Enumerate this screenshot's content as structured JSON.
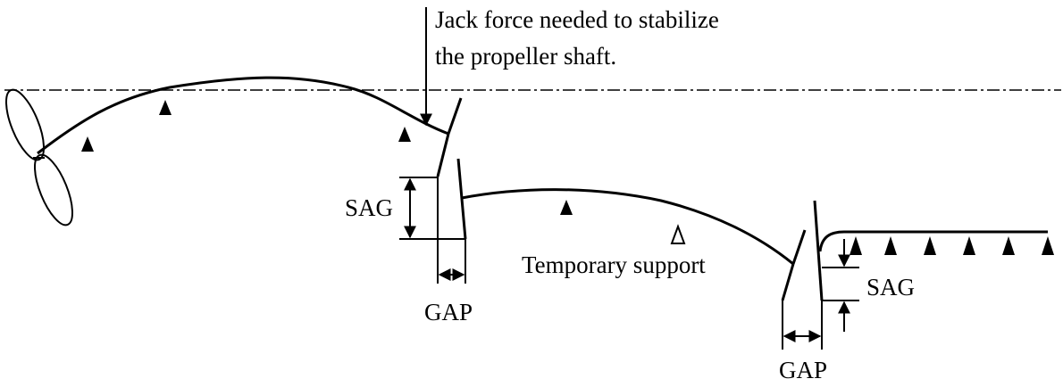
{
  "annotations": {
    "jack_force_line1": "Jack force needed to stabilize",
    "jack_force_line2": "the propeller shaft.",
    "sag_left": "SAG",
    "sag_right": "SAG",
    "gap_left": "GAP",
    "gap_right": "GAP",
    "temporary_support": "Temporary support"
  },
  "colors": {
    "ink": "#000000",
    "background": "#ffffff"
  },
  "support_symbols": {
    "filled": "bearing-support",
    "hollow": "temporary-support"
  }
}
